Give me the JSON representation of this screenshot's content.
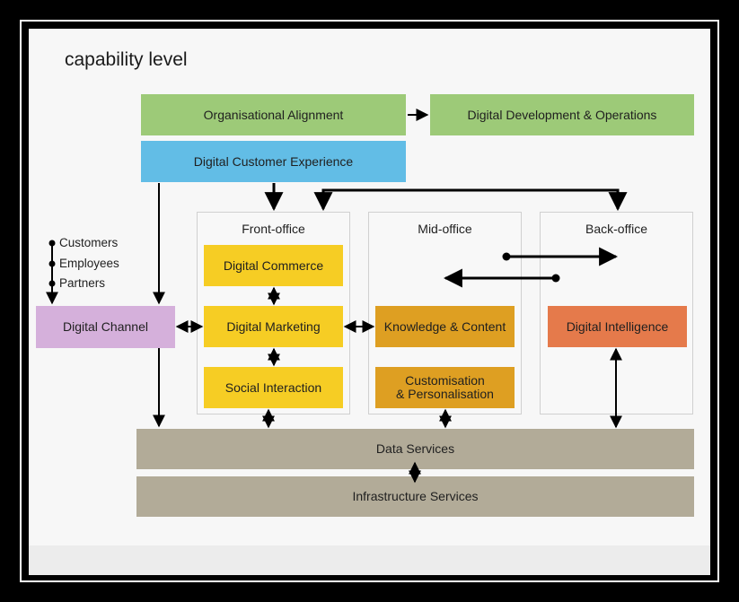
{
  "title": "capability level",
  "boxes": {
    "org_alignment": "Organisational Alignment",
    "digital_dev_ops": "Digital Development & Operations",
    "digital_cx": "Digital Customer Experience",
    "digital_channel": "Digital Channel",
    "digital_commerce": "Digital Commerce",
    "digital_marketing": "Digital Marketing",
    "social_interaction": "Social Interaction",
    "knowledge_content": "Knowledge & Content",
    "customisation_line1": "Customisation",
    "customisation_line2": "& Personalisation",
    "digital_intelligence": "Digital Intelligence",
    "data_services": "Data Services",
    "infrastructure_services": "Infrastructure Services"
  },
  "panels": {
    "front_office": "Front-office",
    "mid_office": "Mid-office",
    "back_office": "Back-office"
  },
  "stakeholders": [
    "Customers",
    "Employees",
    "Partners"
  ],
  "colors": {
    "green": "#9dca78",
    "blue": "#62bde6",
    "purple": "#d5b0db",
    "yellow": "#f6cd24",
    "amber": "#de9f22",
    "orange": "#e57a4b",
    "grey": "#b2ab98"
  }
}
